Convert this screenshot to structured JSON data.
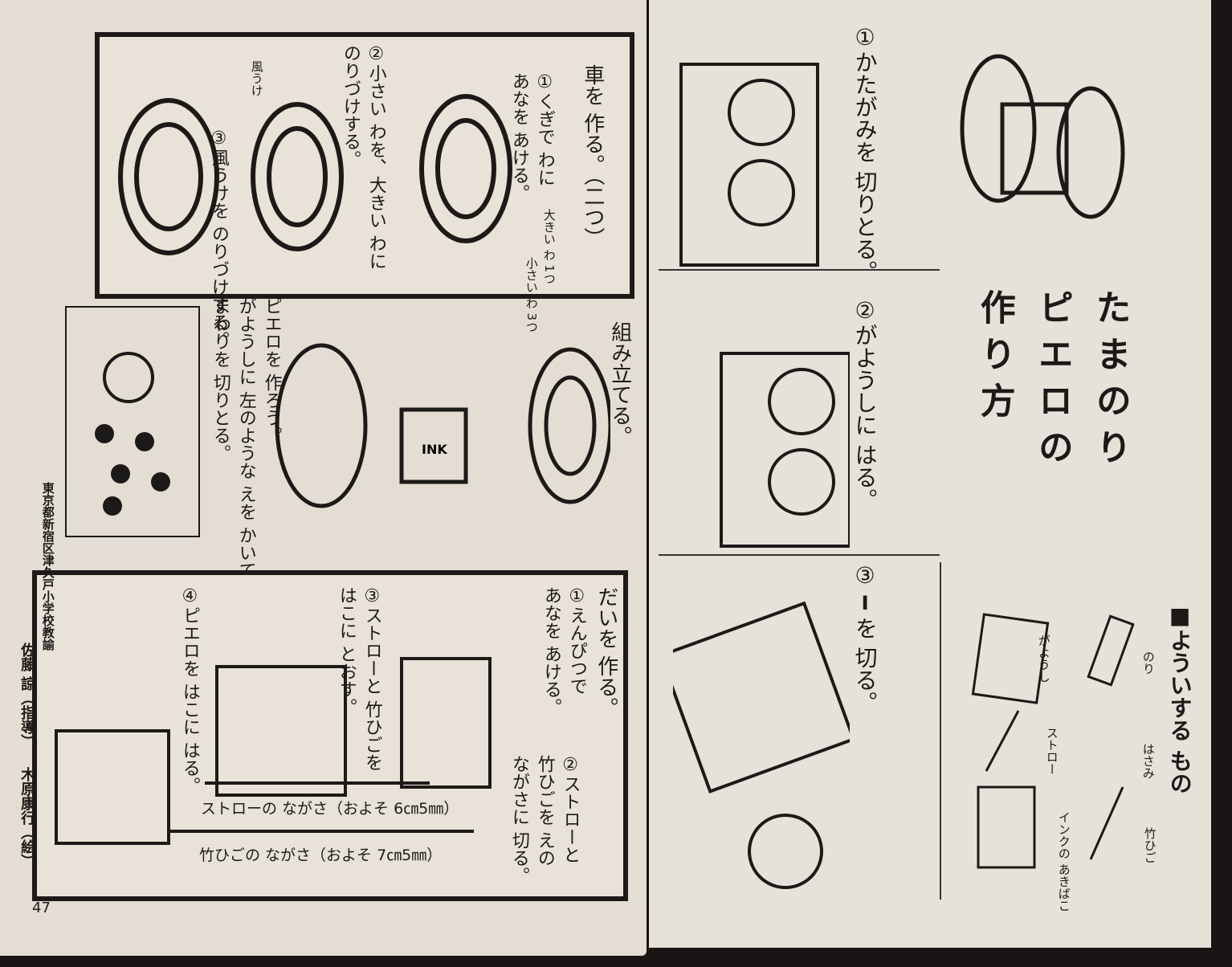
{
  "left_page": {
    "page_number": "47",
    "credit": {
      "affiliation": "東京都新宿区津久戸小学校教諭",
      "guide": "佐藤 諒（指導）",
      "illustrator": "木原康行（絵）"
    },
    "wheels": {
      "heading": "車を 作る。（二つ）",
      "step1": "①くぎで わに\nあなを あける。",
      "step2": "②小さい わを、大きい わに\nのりづけする。",
      "step3": "③風うけを のりづけする。",
      "wind_label": "風うけ",
      "big_ring": "大きい わ 1つ",
      "small_ring": "小さい わ 3つ"
    },
    "assemble": {
      "heading": "組み立てる。",
      "clown": "ピエロを 作ろう。\nがようしに 左のような えを かいて、\nまわりを 切りとる。"
    },
    "base": {
      "heading": "だいを 作る。",
      "step1": "①えんぴつで\nあなを あける。",
      "step2": "②ストローと\n竹ひごを えの\nながさに 切る。",
      "step3": "③ストローと 竹ひごを\nはこに とおす。",
      "step4": "④ピエロを はこに はる。",
      "straw_length": "ストローの ながさ（およそ 6㎝5㎜）",
      "stick_length": "竹ひごの ながさ（およそ 7㎝5㎜）",
      "ink_label": "INK"
    }
  },
  "right_page": {
    "title": [
      "たまのり",
      "ピエロの",
      "作り方"
    ],
    "steps": [
      "①かたがみを 切りとる。",
      "②がようしに はる。",
      "③ ━ を 切る。"
    ],
    "materials_heading": "■よういする もの",
    "materials": [
      "のり",
      "がようし",
      "はさみ",
      "ストロー",
      "竹ひご",
      "インクの あきばこ"
    ]
  }
}
